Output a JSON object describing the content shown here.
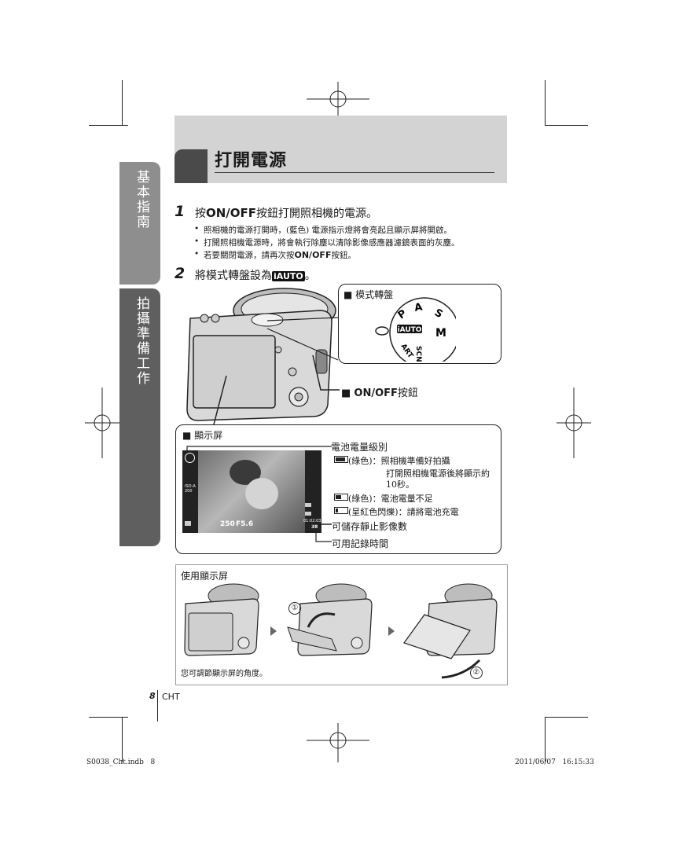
{
  "side_tabs": [
    {
      "label": "基本指南"
    },
    {
      "label": "拍攝準備工作"
    }
  ],
  "page_title": "打開電源",
  "step1": {
    "num": "1",
    "prefix": "按",
    "key": "ON/OFF",
    "suffix": "按鈕打開照相機的電源。",
    "bullets": [
      "照相機的電源打開時，(藍色) 電源指示燈將會亮起且顯示屏將開啟。",
      "打開照相機電源時，將會執行除塵以清除影像感應器濾鏡表面的灰塵。"
    ],
    "bullet3_prefix": "若要關閉電源，請再次按",
    "bullet3_key": "ON/OFF",
    "bullet3_suffix": "按鈕。"
  },
  "step2": {
    "num": "2",
    "prefix": "將模式轉盤設為",
    "mode": "iAUTO",
    "suffix": "。"
  },
  "callouts": {
    "mode_dial": "■ 模式轉盤",
    "onoff_prefix": "■ ",
    "onoff_key": "ON/OFF",
    "onoff_suffix": "按鈕",
    "monitor": "■ 顯示屏"
  },
  "dial_labels": {
    "p": "P",
    "a": "A",
    "s": "S",
    "m": "M",
    "iauto": "iAUTO",
    "art": "ART",
    "scn": "SCN"
  },
  "lcd": {
    "shutter": "250",
    "aperture": "F5.6",
    "time": "01:02:03",
    "count": "38",
    "left1": "ISO-A",
    "left2": "200"
  },
  "battery": {
    "title": "電池電量級別",
    "rows": [
      {
        "color": "(綠色)：",
        "text": "照相機準備好拍攝"
      },
      {
        "color": "",
        "text": "打開照相機電源後將顯示約"
      },
      {
        "color": "",
        "text": "10秒。"
      },
      {
        "color": "(綠色)：",
        "text": "電池電量不足"
      },
      {
        "color": "(呈紅色閃爍)：",
        "text": "請將電池充電"
      }
    ]
  },
  "storable_images": "可儲存靜止影像數",
  "recording_time": "可用記錄時間",
  "using_monitor": {
    "title": "使用顯示屏",
    "note": "您可調節顯示屏的角度。",
    "step_a": "①",
    "step_b": "②"
  },
  "footer": {
    "page_num": "8",
    "lang": "CHT",
    "file": "S0038_Cht.indb   8",
    "timestamp": "2011/06/07   16:15:33"
  },
  "colors": {
    "tab_gray": "#8e8e8e",
    "tab_dark": "#5f5f5f",
    "header_band": "#d3d3d3",
    "battery_green": "#1a1a1a"
  }
}
